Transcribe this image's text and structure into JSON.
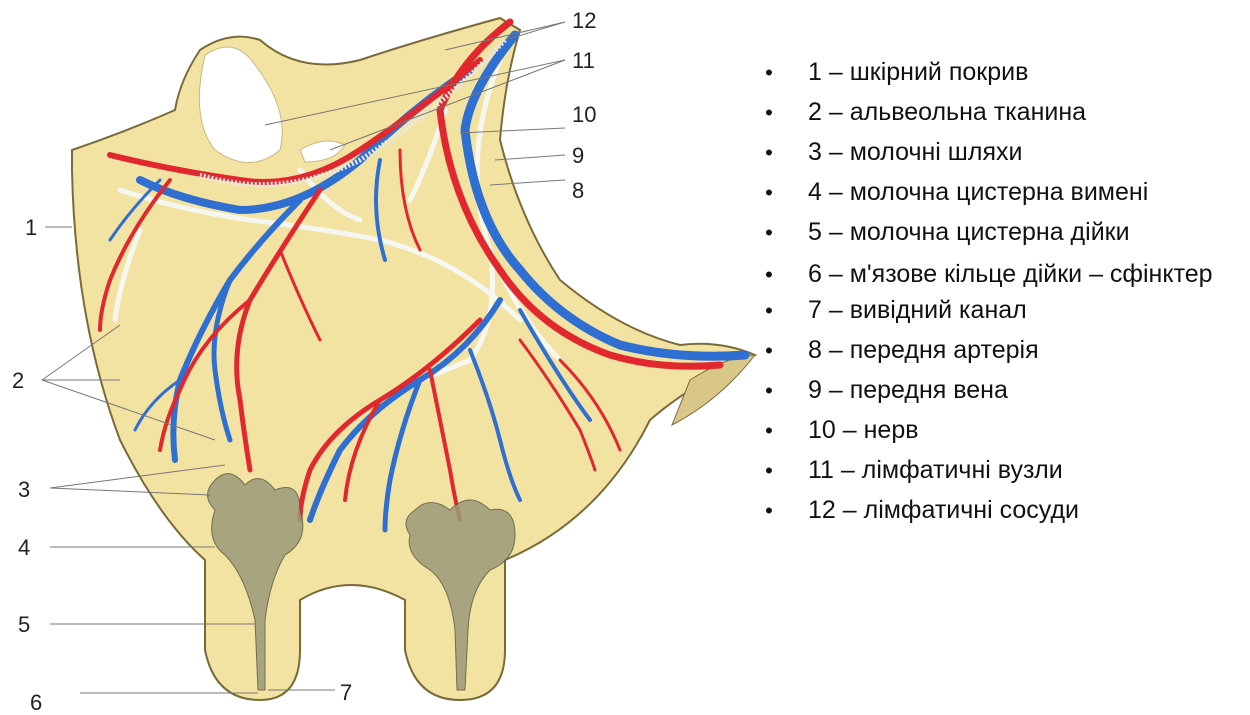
{
  "numbers": [
    "1",
    "2",
    "3",
    "4",
    "5",
    "6",
    "7",
    "8",
    "9",
    "10",
    "11",
    "12"
  ],
  "legend": [
    "1 – шкірний покрив",
    "2 – альвеольна тканина",
    "3 – молочні шляхи",
    "4 – молочна цистерна вимені",
    "5 – молочна цистерна дійки",
    "6 – м'язове кільце дійки – сфінктер",
    "7 – вивідний канал",
    "8 – передня артерія",
    "9 – передня вена",
    "10 – нерв",
    "11 – лімфатичні вузли",
    "12 – лімфатичні сосуди"
  ],
  "colors": {
    "tissue": "#f3e3a2",
    "tissue_outline": "#7a6a3a",
    "artery": "#e0282e",
    "vein": "#2f6fd1",
    "nerve": "#f7f7f2",
    "gland": "#8a8a70"
  }
}
